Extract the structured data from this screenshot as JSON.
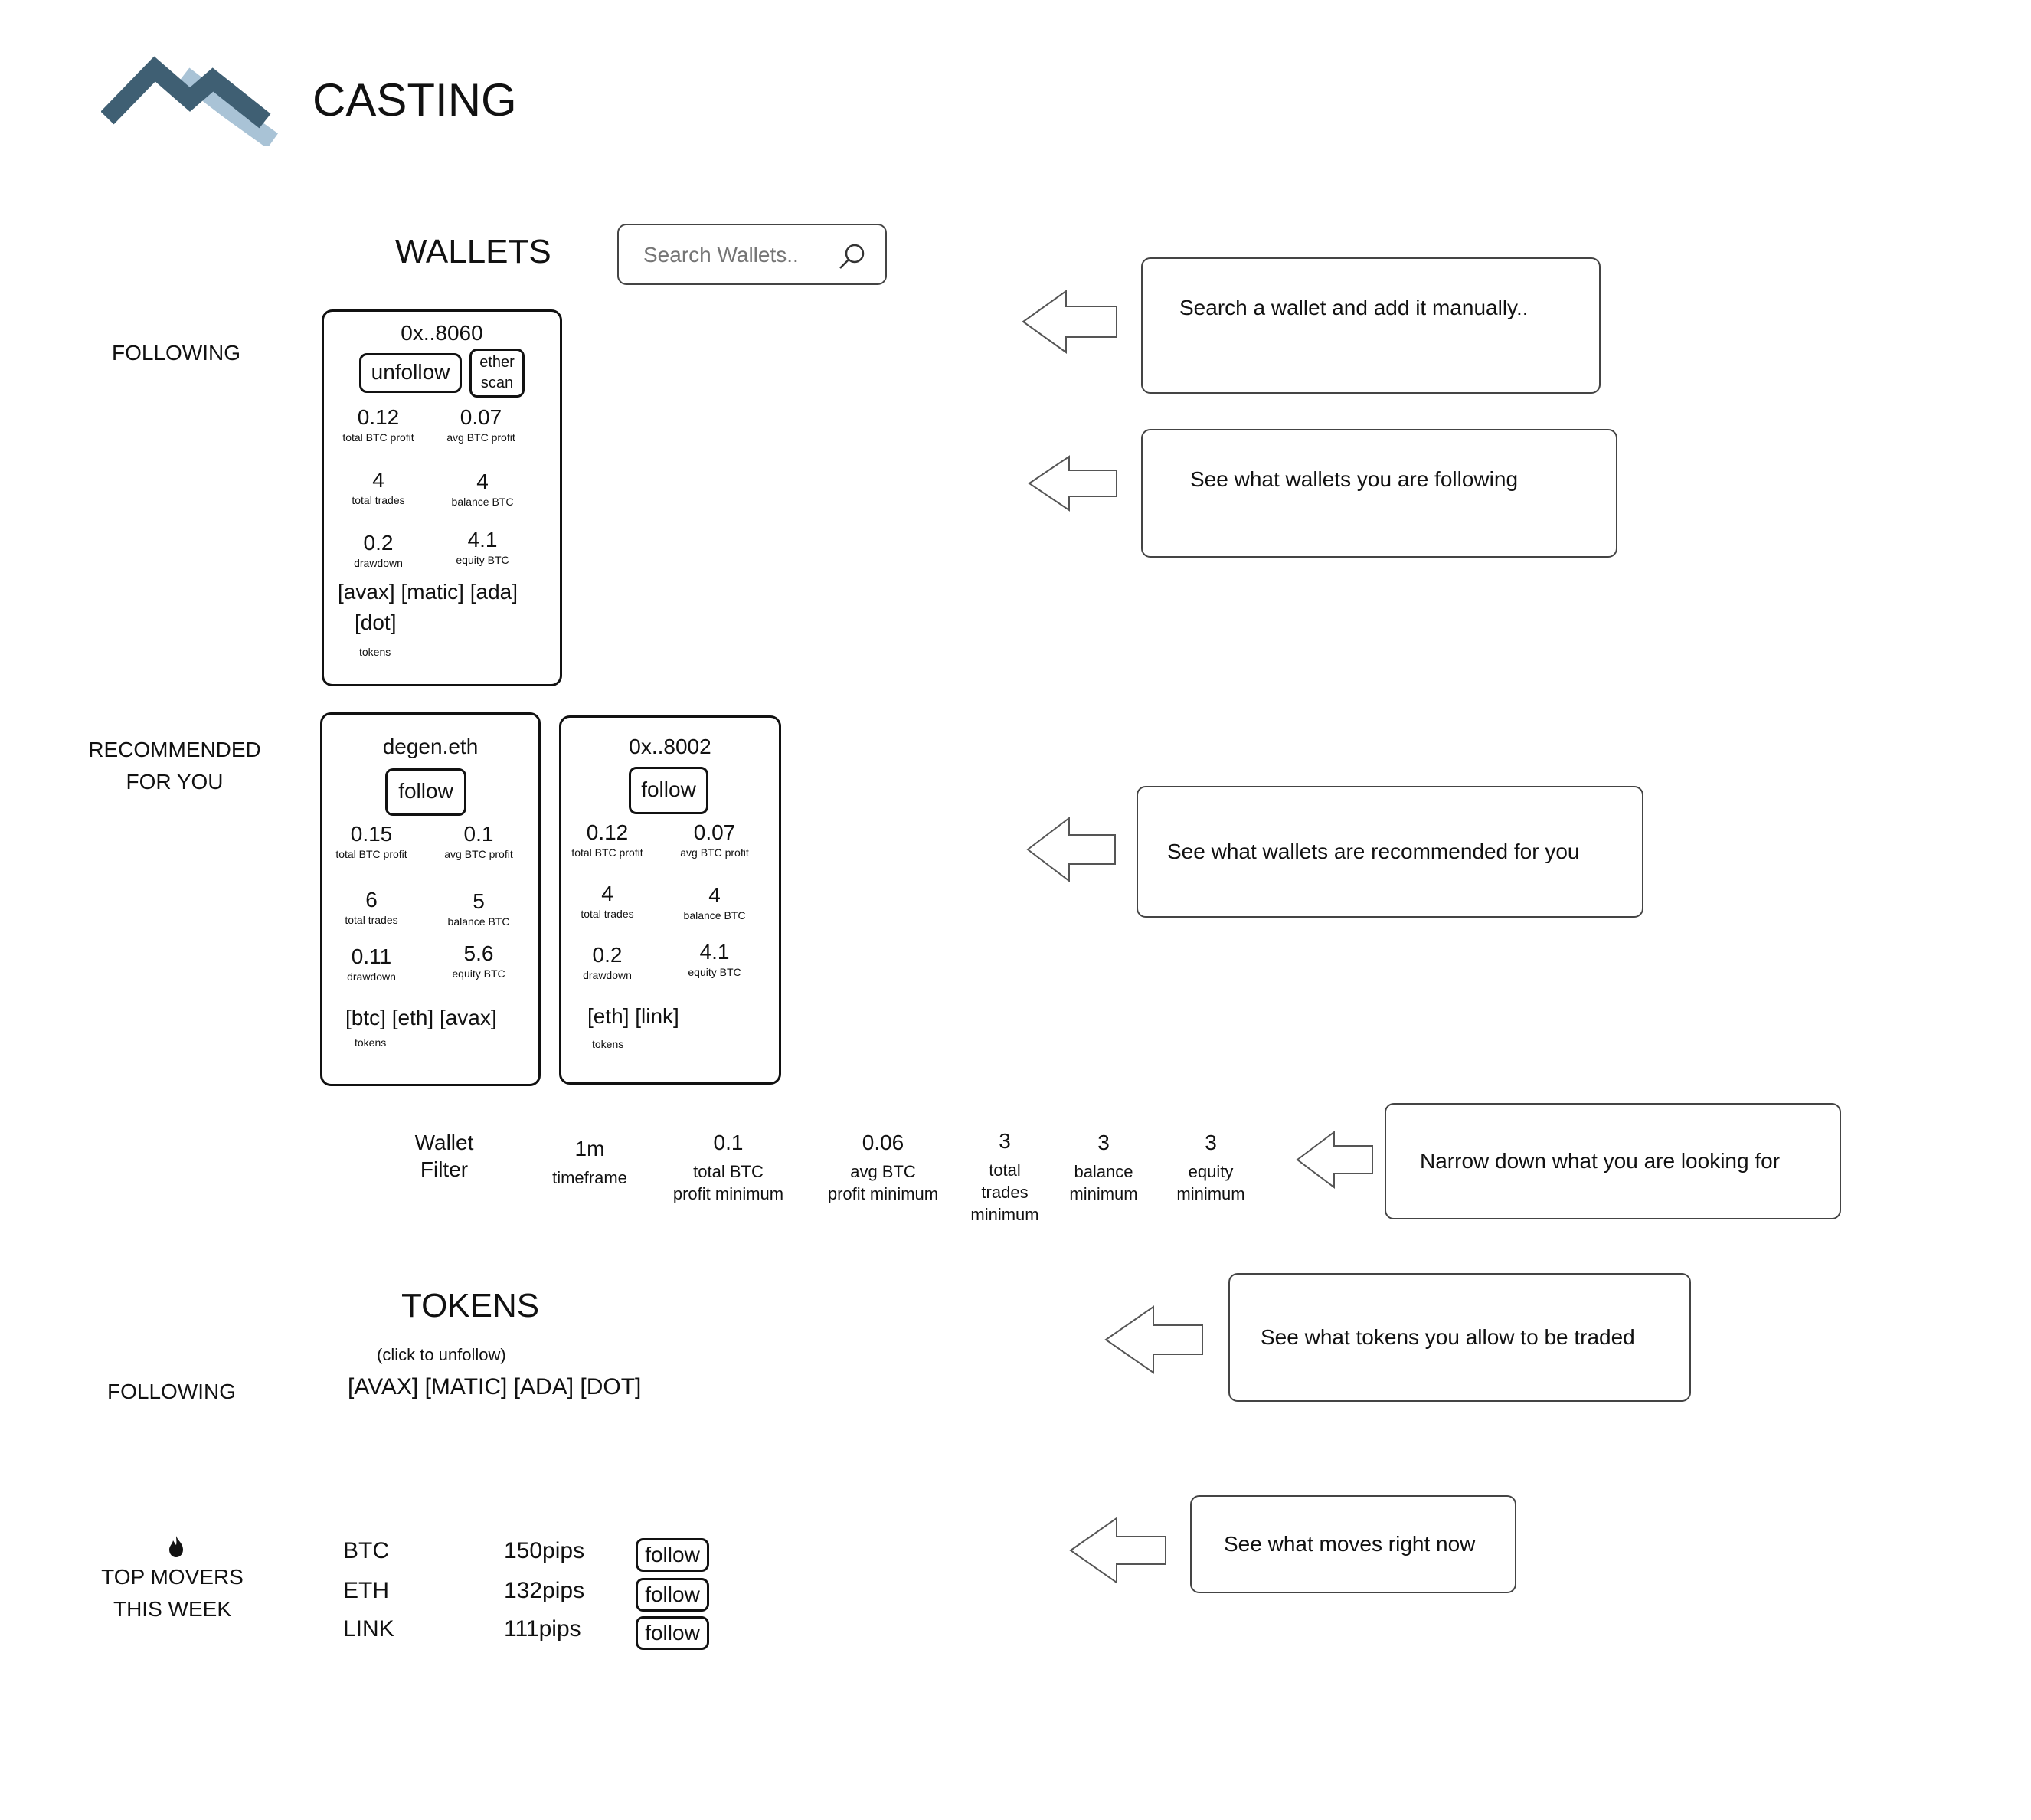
{
  "header": {
    "title": "CASTING"
  },
  "wallets": {
    "heading": "WALLETS",
    "search_placeholder": "Search Wallets..",
    "following_label": "FOLLOWING",
    "recommended_label_line1": "RECOMMENDED",
    "recommended_label_line2": "FOR YOU",
    "following_card": {
      "name": "0x..8060",
      "unfollow": "unfollow",
      "etherscan_line1": "ether",
      "etherscan_line2": "scan",
      "total_btc_profit": "0.12",
      "total_btc_profit_label": "total BTC profit",
      "avg_btc_profit": "0.07",
      "avg_btc_profit_label": "avg BTC profit",
      "total_trades": "4",
      "total_trades_label": "total trades",
      "balance_btc": "4",
      "balance_btc_label": "balance BTC",
      "drawdown": "0.2",
      "drawdown_label": "drawdown",
      "equity_btc": "4.1",
      "equity_btc_label": "equity BTC",
      "tokens_line1": "[avax] [matic] [ada]",
      "tokens_line2": "[dot]",
      "tokens_label": "tokens"
    },
    "recommended_cards": [
      {
        "name": "degen.eth",
        "follow": "follow",
        "total_btc_profit": "0.15",
        "total_btc_profit_label": "total BTC profit",
        "avg_btc_profit": "0.1",
        "avg_btc_profit_label": "avg BTC profit",
        "total_trades": "6",
        "total_trades_label": "total trades",
        "balance_btc": "5",
        "balance_btc_label": "balance BTC",
        "drawdown": "0.11",
        "drawdown_label": "drawdown",
        "equity_btc": "5.6",
        "equity_btc_label": "equity BTC",
        "tokens": "[btc] [eth] [avax]",
        "tokens_label": "tokens"
      },
      {
        "name": "0x..8002",
        "follow": "follow",
        "total_btc_profit": "0.12",
        "total_btc_profit_label": "total BTC profit",
        "avg_btc_profit": "0.07",
        "avg_btc_profit_label": "avg BTC profit",
        "total_trades": "4",
        "total_trades_label": "total trades",
        "balance_btc": "4",
        "balance_btc_label": "balance BTC",
        "drawdown": "0.2",
        "drawdown_label": "drawdown",
        "equity_btc": "4.1",
        "equity_btc_label": "equity BTC",
        "tokens": "[eth] [link]",
        "tokens_label": "tokens"
      }
    ],
    "filter": {
      "label_line1": "Wallet",
      "label_line2": "Filter",
      "items": [
        {
          "value": "1m",
          "line1": "timeframe",
          "line2": "",
          "line3": ""
        },
        {
          "value": "0.1",
          "line1": "total BTC",
          "line2": "profit minimum",
          "line3": ""
        },
        {
          "value": "0.06",
          "line1": "avg BTC",
          "line2": "profit minimum",
          "line3": ""
        },
        {
          "value": "3",
          "line1": "total",
          "line2": "trades",
          "line3": "minimum"
        },
        {
          "value": "3",
          "line1": "balance",
          "line2": "minimum",
          "line3": ""
        },
        {
          "value": "3",
          "line1": "equity",
          "line2": "minimum",
          "line3": ""
        }
      ]
    }
  },
  "tokens": {
    "heading": "TOKENS",
    "hint": "(click to unfollow)",
    "following_label": "FOLLOWING",
    "following_list": "[AVAX] [MATIC] [ADA] [DOT]",
    "top_movers_label_line1": "TOP MOVERS",
    "top_movers_label_line2": "THIS WEEK",
    "top_movers": [
      {
        "symbol": "BTC",
        "move": "150pips",
        "action": "follow"
      },
      {
        "symbol": "ETH",
        "move": "132pips",
        "action": "follow"
      },
      {
        "symbol": "LINK",
        "move": "111pips",
        "action": "follow"
      }
    ]
  },
  "callouts": {
    "search": "Search a wallet and add it manually..",
    "following": "See what wallets you are following",
    "recommended": "See what wallets are recommended for you",
    "filter": "Narrow down what you are looking for",
    "tokens": "See what tokens you allow to be traded",
    "movers": "See what moves right now"
  },
  "colors": {
    "logo_dark": "#3f5f73",
    "logo_light": "#a9c3d6"
  },
  "icons": [
    "logo-mountains-icon",
    "search-icon",
    "flame-icon",
    "left-arrow-icon"
  ]
}
